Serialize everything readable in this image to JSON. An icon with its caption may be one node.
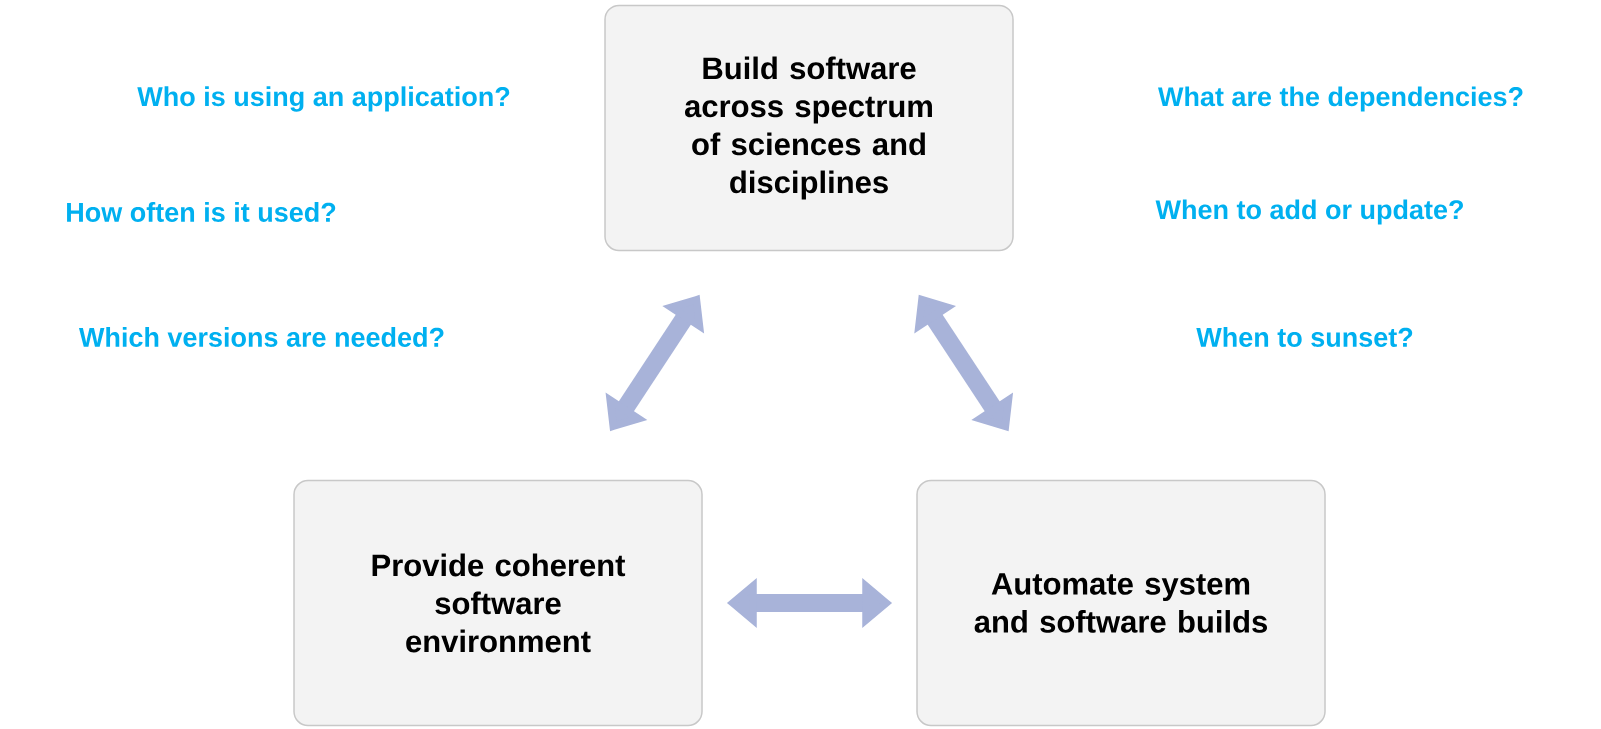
{
  "diagram": {
    "nodes": [
      {
        "text": [
          "Build software across spectrum of sciences and disciplines"
        ]
      },
      {
        "text": [
          "Provide coherent software environment"
        ]
      },
      {
        "text": [
          "Automate system and software builds"
        ]
      }
    ],
    "edges": [
      {
        "from": 0,
        "to": 1,
        "arrow": "both"
      },
      {
        "from": 0,
        "to": 2,
        "arrow": "both"
      },
      {
        "from": 1,
        "to": 2,
        "arrow": "both"
      }
    ],
    "labels": [
      "Who is using an application?",
      "What are the dependencies?",
      "How often is it used?",
      "When to add  or update?",
      "Which versions are needed?",
      "When to sunset?"
    ]
  }
}
